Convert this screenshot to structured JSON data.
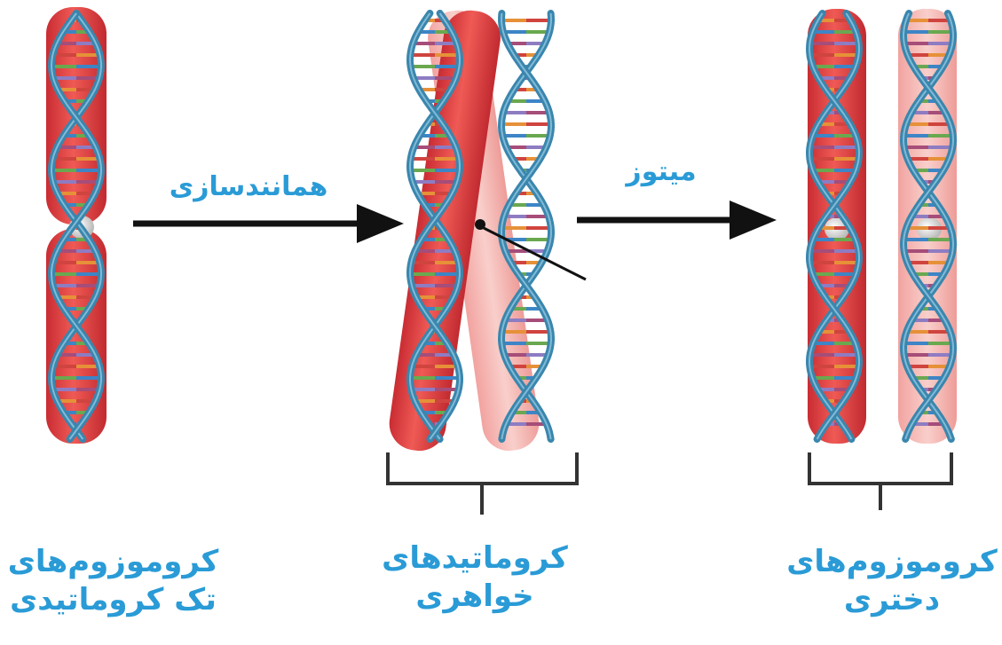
{
  "arrows": [
    {
      "label": "همانندسازی"
    },
    {
      "label": "میتوز"
    }
  ],
  "stages": [
    {
      "label_line1": "کروموزوم‌های",
      "label_line2": "تک کروماتیدی"
    },
    {
      "label_line1": "کروماتیدهای",
      "label_line2": "خواهری"
    },
    {
      "label_line1": "کروموزوم‌های",
      "label_line2": "دختری"
    }
  ],
  "colors": {
    "label_blue": "#2a9bd6",
    "chromosome_red": "#e04848",
    "chromosome_pale": "#f4a9a6",
    "dna_backbone": "#3a86ad",
    "arrow_black": "#111111"
  }
}
